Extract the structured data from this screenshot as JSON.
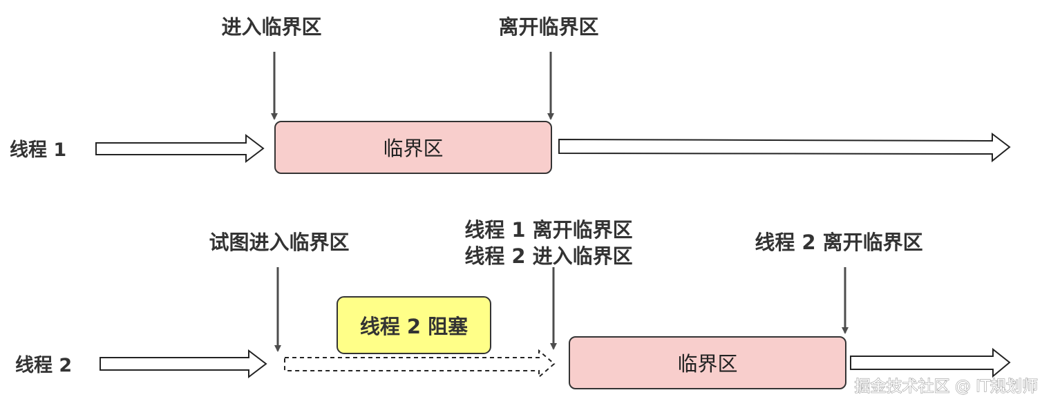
{
  "thread1": {
    "name": "线程  1",
    "enter_label": "进入临界区",
    "leave_label": "离开临界区",
    "critical_box": "临界区"
  },
  "thread2": {
    "name": "线程  2",
    "try_label": "试图进入临界区",
    "switch_label_line1": "线程  1  离开临界区",
    "switch_label_line2": "线程  2  进入临界区",
    "leave_label": "线程  2  离开临界区",
    "blocked_label": "线程  2  阻塞",
    "critical_box": "临界区"
  },
  "watermark": "掘金技术社区 @ IT规划师",
  "colors": {
    "critical_fill": "#f8cecc",
    "blocked_fill": "#ffff88",
    "arrow_stroke": "#4d4d4d",
    "outline": "#222222"
  }
}
